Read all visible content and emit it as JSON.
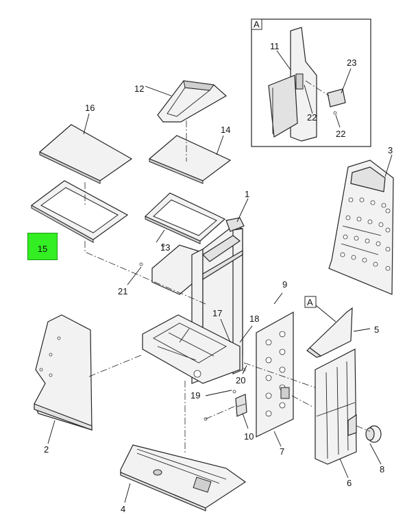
{
  "callouts": {
    "p1": "1",
    "p2": "2",
    "p3": "3",
    "p4": "4",
    "p5": "5",
    "p6": "6",
    "p7": "7",
    "p8": "8",
    "p9": "9",
    "p10": "10",
    "p11": "11",
    "p12": "12",
    "p13": "13",
    "p14": "14",
    "p15": "15",
    "p16": "16",
    "p17": "17",
    "p18": "18",
    "p19": "19",
    "p20": "20",
    "p21": "21",
    "p22a": "22",
    "p22b": "22",
    "p23": "23"
  },
  "detail_labels": {
    "inset": "A",
    "pointer": "A"
  },
  "highlight": {
    "part": "15",
    "color": "#33ee22"
  }
}
